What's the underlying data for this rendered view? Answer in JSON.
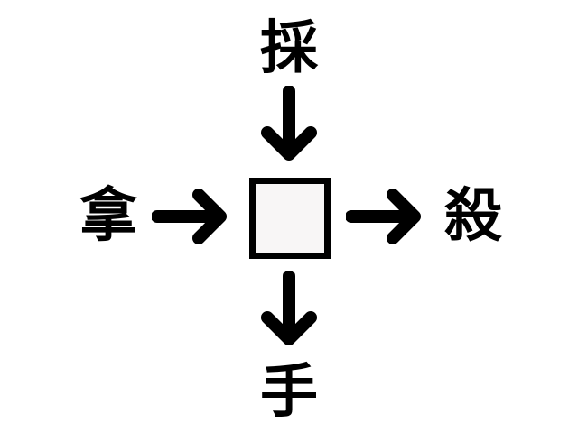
{
  "puzzle": {
    "top": "採",
    "left": "拿",
    "right": "殺",
    "bottom": "手",
    "center_blank": ""
  },
  "colors": {
    "ink": "#000000",
    "background": "#ffffff",
    "box_fill": "#f8f6f6"
  }
}
